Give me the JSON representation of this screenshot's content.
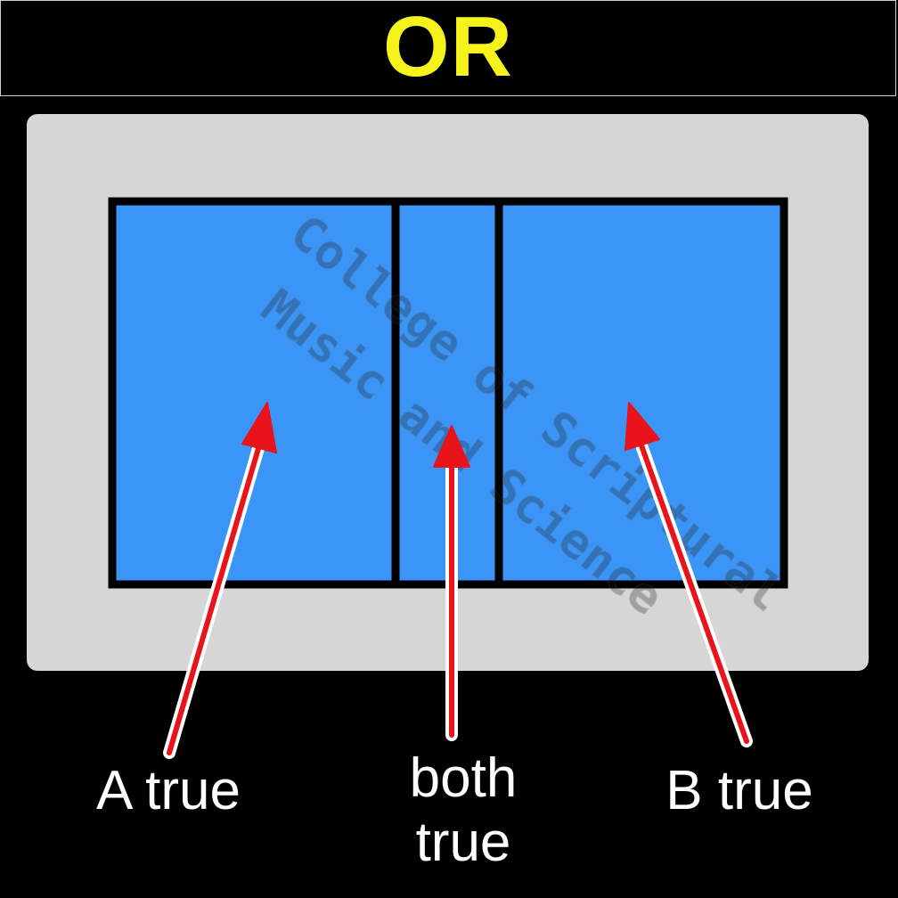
{
  "title": "OR",
  "labels": {
    "a_true": "A true",
    "both_line1": "both",
    "both_line2": "true",
    "b_true": "B true"
  },
  "watermark": {
    "line1": "College of Scriptural",
    "line2": "Music and Science"
  },
  "colors": {
    "background": "#000000",
    "title": "#f5f21c",
    "panel": "#d6d6d6",
    "region": "#3b95f7",
    "arrow": "#e8131b",
    "label": "#ffffff"
  }
}
